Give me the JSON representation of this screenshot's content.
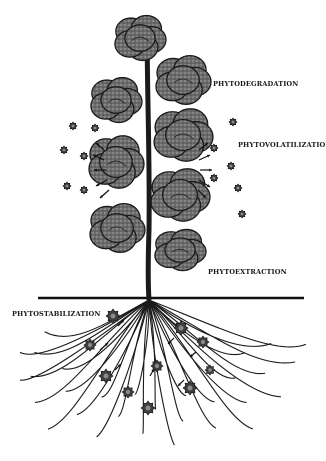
{
  "labels": {
    "phytodegradation": "PHYTODEGRADATION",
    "phytovolatilization": "PHYTOVOLATILIZATION",
    "phytoextraction": "PHYTOEXTRACTION",
    "phytostabilization": "PHYTOSTABILIZATION"
  },
  "colors": {
    "background": "#ffffff",
    "ink": "#111111",
    "leaf": "#5a5a5a",
    "particle": "#4a4a4a"
  }
}
